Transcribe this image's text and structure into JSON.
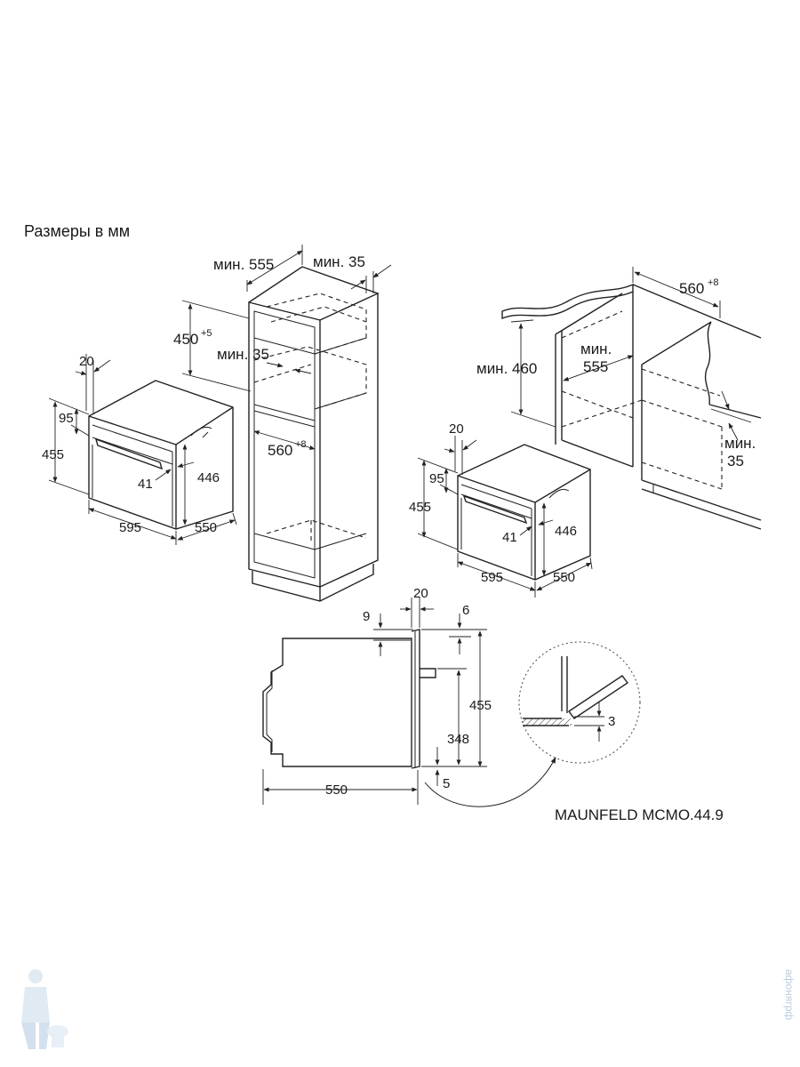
{
  "heading": "Размеры в мм",
  "model": "MAUNFELD MCMO.44.9",
  "watermark_text": "афонягрф",
  "tall_cabinet": {
    "min_depth": "мин. 555",
    "min_gap_top": "мин. 35",
    "niche_height": "450",
    "niche_height_tol": "+5",
    "min_gap_mid": "мин. 35",
    "niche_width": "560",
    "niche_width_tol": "+8"
  },
  "oven_left": {
    "trim_depth": "20",
    "panel_height": "95",
    "height": "455",
    "handle": "41",
    "body_height": "446",
    "width": "595",
    "depth": "550"
  },
  "wall_cabinet": {
    "niche_width": "560",
    "niche_width_tol": "+8",
    "min_height": "мин. 460",
    "min_depth_line1": "мин.",
    "min_depth_line2": "555",
    "min_gap_line1": "мин.",
    "min_gap_line2": "35"
  },
  "oven_right": {
    "trim_depth": "20",
    "panel_height": "95",
    "height": "455",
    "handle": "41",
    "body_height": "446",
    "width": "595",
    "depth": "550"
  },
  "side_view": {
    "front_thickness": "20",
    "top_gap": "9",
    "top_offset": "6",
    "height": "455",
    "opening_height": "348",
    "depth": "550",
    "bottom_offset": "5",
    "detail_gap": "3"
  },
  "icons": [
    "plumber-mascot-icon"
  ]
}
